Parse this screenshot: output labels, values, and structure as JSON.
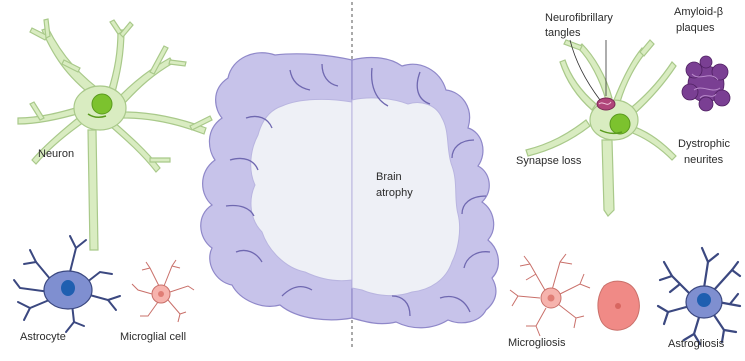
{
  "labels": {
    "neuron": "Neuron",
    "astrocyte": "Astrocyte",
    "microglial_cell": "Microglial cell",
    "brain_atrophy_line1": "Brain",
    "brain_atrophy_line2": "atrophy",
    "neurofibrillary_line1": "Neurofibrillary",
    "neurofibrillary_line2": "tangles",
    "amyloid_line1": "Amyloid-β",
    "amyloid_line2": "plaques",
    "dystrophic_line1": "Dystrophic",
    "dystrophic_line2": "neurites",
    "synapse_loss": "Synapse loss",
    "microgliosis": "Microgliosis",
    "astrogliosis": "Astrogliosis"
  },
  "colors": {
    "neuron_fill": "#d9ecc1",
    "neuron_stroke": "#a9c98a",
    "nucleus": "#7cc22e",
    "cortex": "#c7c3ea",
    "cortex_stroke": "#8f88c9",
    "white_matter": "#eef0f6",
    "astrocyte_fill": "#7f8fd0",
    "astrocyte_stroke": "#3b4880",
    "astrocyte_nucleus": "#1f5fb0",
    "microglia": "#f6b3ad",
    "microglia_stroke": "#c9706a",
    "amyloid": "#7a3f93",
    "tangle": "#b0457a",
    "divider": "#555555"
  }
}
